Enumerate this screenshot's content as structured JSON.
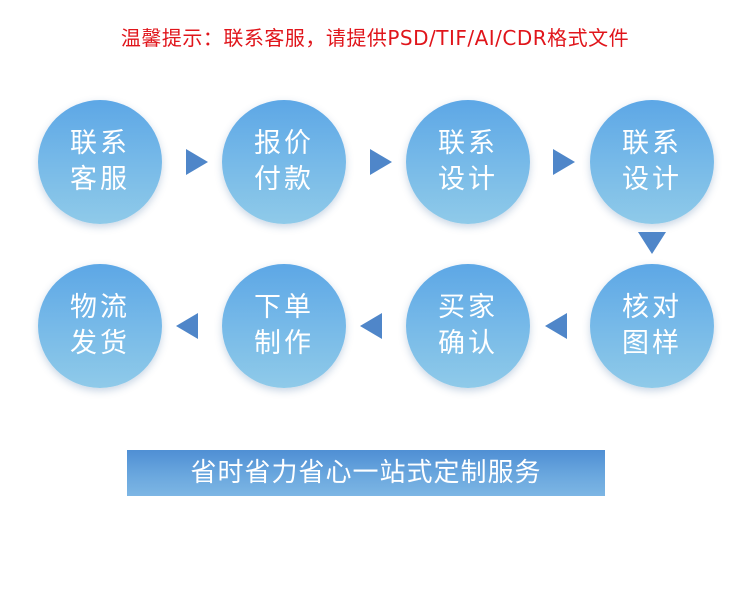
{
  "notice": "温馨提示：联系客服，请提供PSD/TIF/AI/CDR格式文件",
  "steps": [
    {
      "line1": "联系",
      "line2": "客服"
    },
    {
      "line1": "报价",
      "line2": "付款"
    },
    {
      "line1": "联系",
      "line2": "设计"
    },
    {
      "line1": "联系",
      "line2": "设计"
    },
    {
      "line1": "核对",
      "line2": "图样"
    },
    {
      "line1": "买家",
      "line2": "确认"
    },
    {
      "line1": "下单",
      "line2": "制作"
    },
    {
      "line1": "物流",
      "line2": "发货"
    }
  ],
  "slogan": "省时省力省心一站式定制服务",
  "colors": {
    "notice": "#e0151b",
    "arrow": "#4f86c9",
    "circle_top": "#5da7e6",
    "circle_bottom": "#8fcae9",
    "banner": "#5e9cd9"
  }
}
